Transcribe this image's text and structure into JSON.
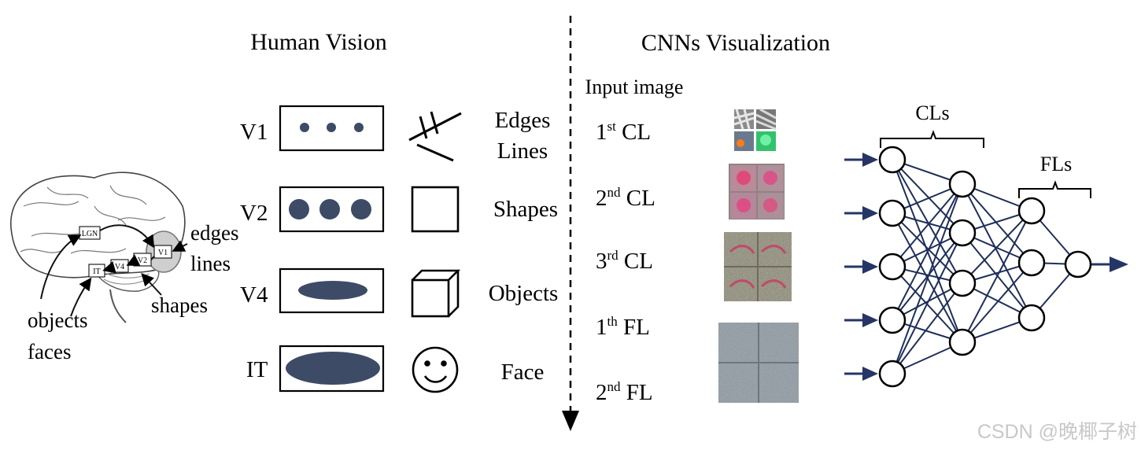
{
  "left_title": "Human Vision",
  "right_title": "CNNs Visualization",
  "input_image_label": "Input image",
  "brain": {
    "region_labels": [
      "LGN",
      "V1",
      "V2",
      "V4",
      "IT"
    ],
    "annotations": {
      "edges": "edges",
      "lines": "lines",
      "shapes": "shapes",
      "objects": "objects",
      "faces": "faces"
    }
  },
  "areas": [
    {
      "name": "V1",
      "feature_lines": [
        "Edges",
        "Lines"
      ]
    },
    {
      "name": "V2",
      "feature_lines": [
        "Shapes"
      ]
    },
    {
      "name": "V4",
      "feature_lines": [
        "Objects"
      ]
    },
    {
      "name": "IT",
      "feature_lines": [
        "Face"
      ]
    }
  ],
  "layers": [
    {
      "prefix": "1",
      "sup": "st",
      "suffix": "CL"
    },
    {
      "prefix": "2",
      "sup": "nd",
      "suffix": "CL"
    },
    {
      "prefix": "3",
      "sup": "rd",
      "suffix": "CL"
    },
    {
      "prefix": "1",
      "sup": "th",
      "suffix": "FL"
    },
    {
      "prefix": "2",
      "sup": "nd",
      "suffix": "FL"
    }
  ],
  "network": {
    "cl_label": "CLs",
    "fl_label": "FLs",
    "layer_sizes": [
      5,
      4,
      3,
      1
    ],
    "line_color": "#1f2f5a",
    "arrow_color": "#253566"
  },
  "colors": {
    "blob": "#3d4b66",
    "ink": "#000000"
  },
  "watermark": "CSDN @晚椰子树"
}
